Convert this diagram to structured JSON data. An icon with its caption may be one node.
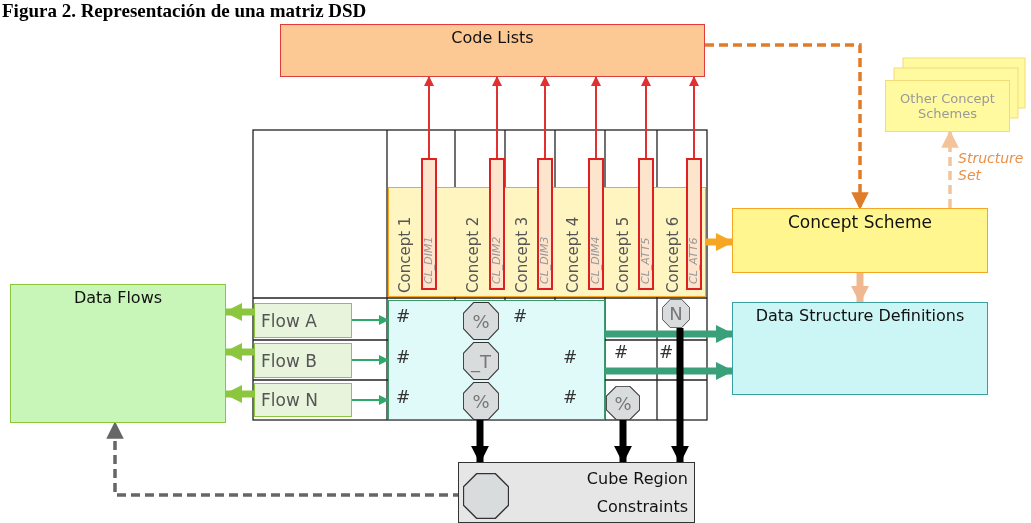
{
  "diagram": {
    "title": "Figura 2. Representación de una matriz DSD",
    "nodes": [
      {
        "text": [
          "Code Lists"
        ]
      },
      {
        "text": [
          "Other Concept Schemes"
        ]
      },
      {
        "text": [],
        "shape": "box"
      },
      {
        "text": [
          "Concept 1"
        ],
        "in": 2
      },
      {
        "text": [
          "CL_DIM1"
        ]
      },
      {
        "text": [
          "Concept 2"
        ],
        "in": 2
      },
      {
        "text": [
          "CL_DIM2"
        ]
      },
      {
        "text": [
          "Concept 3"
        ],
        "in": 2
      },
      {
        "text": [
          "CL_DIM3"
        ]
      },
      {
        "text": [
          "Concept 4"
        ],
        "in": 2
      },
      {
        "text": [
          "CL_DIM4"
        ]
      },
      {
        "text": [
          "Concept 5"
        ],
        "in": 2
      },
      {
        "text": [
          "CL_ATT5"
        ]
      },
      {
        "text": [
          "Concept 6"
        ],
        "in": 2
      },
      {
        "text": [
          "CL_ATT6"
        ]
      },
      {
        "text": [
          "Concept Scheme"
        ]
      },
      {
        "text": [
          "Data Flows"
        ]
      },
      {
        "text": [
          "Flow A"
        ]
      },
      {
        "text": [
          "Flow B"
        ]
      },
      {
        "text": [
          "Flow N"
        ]
      },
      {
        "text": [],
        "shape": "box"
      },
      {
        "text": [
          "%"
        ],
        "in": 20
      },
      {
        "text": [
          "N"
        ]
      },
      {
        "text": [
          "_T"
        ],
        "in": 20
      },
      {
        "text": [
          "%"
        ],
        "in": 20
      },
      {
        "text": [
          "%"
        ]
      },
      {
        "text": [
          "Data Structure Definitions"
        ]
      },
      {
        "text": [
          "Cube Region Constraints"
        ]
      },
      {
        "text": [],
        "shape": "octagon",
        "in": 27
      }
    ],
    "edges": [
      {
        "from": 4,
        "to": 0,
        "arrow": "to",
        "color": "#e03030"
      },
      {
        "from": 6,
        "to": 0,
        "arrow": "to",
        "color": "#e03030"
      },
      {
        "from": 8,
        "to": 0,
        "arrow": "to",
        "color": "#e03030"
      },
      {
        "from": 10,
        "to": 0,
        "arrow": "to",
        "color": "#e03030"
      },
      {
        "from": 12,
        "to": 0,
        "arrow": "to",
        "color": "#e03030"
      },
      {
        "from": 14,
        "to": 0,
        "arrow": "to",
        "color": "#e03030"
      },
      {
        "from": 0,
        "to": 15,
        "arrow": "to",
        "style": "dashed",
        "color": "#e07b2a"
      },
      {
        "from": 15,
        "to": 1,
        "arrow": "to",
        "style": "dashed",
        "color": "#f2c49a",
        "label": "Structure Set"
      },
      {
        "from": 2,
        "to": 15,
        "arrow": "to",
        "style": "thick",
        "color": "#f5a623"
      },
      {
        "from": 15,
        "to": 26,
        "arrow": "to",
        "style": "thick",
        "color": "#f0b890"
      },
      {
        "from": 17,
        "to": 20,
        "arrow": "to",
        "color": "#2ea86a"
      },
      {
        "from": 18,
        "to": 20,
        "arrow": "to",
        "color": "#2ea86a"
      },
      {
        "from": 19,
        "to": 20,
        "arrow": "to",
        "color": "#2ea86a"
      },
      {
        "from": 17,
        "to": 16,
        "arrow": "to",
        "style": "thick",
        "color": "#8cc63f"
      },
      {
        "from": 18,
        "to": 16,
        "arrow": "to",
        "style": "thick",
        "color": "#8cc63f"
      },
      {
        "from": 19,
        "to": 16,
        "arrow": "to",
        "style": "thick",
        "color": "#8cc63f"
      },
      {
        "from": 20,
        "to": 26,
        "arrow": "to",
        "style": "thick",
        "color": "#3aa07a"
      },
      {
        "from": 20,
        "to": 26,
        "arrow": "to",
        "style": "thick",
        "color": "#3aa07a"
      },
      {
        "from": 24,
        "to": 27,
        "arrow": "to",
        "style": "thick",
        "color": "#000000"
      },
      {
        "from": 25,
        "to": 27,
        "arrow": "to",
        "style": "thick",
        "color": "#000000"
      },
      {
        "from": 22,
        "to": 27,
        "arrow": "to",
        "style": "thick",
        "color": "#000000"
      },
      {
        "from": 28,
        "to": 16,
        "arrow": "to",
        "style": "dashed",
        "color": "#666666"
      }
    ],
    "labels": [
      "#",
      "#",
      "#",
      "#",
      "#",
      "#",
      "#",
      "#"
    ]
  }
}
